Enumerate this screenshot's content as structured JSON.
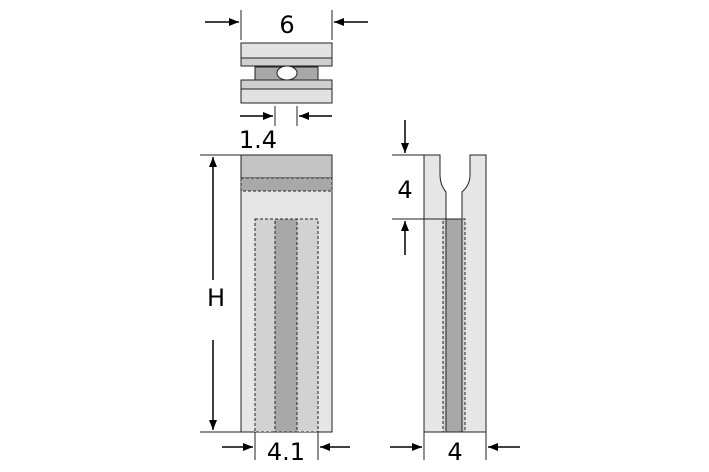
{
  "dimensions": {
    "top_width": "6",
    "gap": "1.4",
    "height": "H",
    "front_width": "4.1",
    "slot_depth": "4",
    "side_width": "4"
  },
  "colors": {
    "light": "#e6e6e6",
    "mid": "#c8c8c8",
    "dark": "#a8a8a8",
    "line": "#222222"
  }
}
